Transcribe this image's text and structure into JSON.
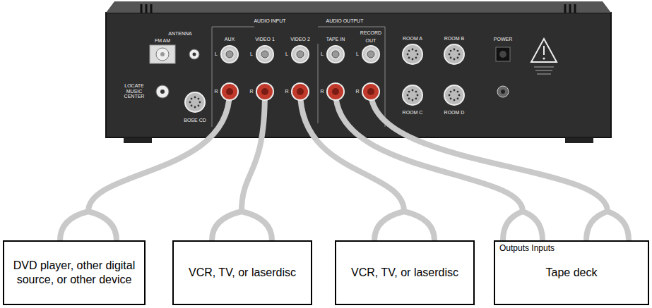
{
  "diagram": {
    "nodes": [
      {
        "text": [
          "DVD player, other digital source, or other device"
        ]
      },
      {
        "text": [
          "VCR, TV, or laserdisc"
        ]
      },
      {
        "text": [
          "VCR, TV, or laserdisc"
        ]
      },
      {
        "text": [
          "Outputs Inputs",
          "Tape deck"
        ]
      }
    ],
    "labels": [
      "ANTENNA",
      "FM AM",
      "LOCATE MUSIC CENTER",
      "BOSE CD",
      "AUDIO INPUT",
      "AUDIO OUTPUT",
      "AUX",
      "VIDEO 1",
      "VIDEO 2",
      "TAPE IN",
      "OUT",
      "RECORD",
      "L",
      "L",
      "L",
      "L",
      "L",
      "R",
      "R",
      "R",
      "R",
      "R",
      "ROOM A",
      "ROOM B",
      "ROOM C",
      "ROOM D",
      "POWER"
    ]
  }
}
